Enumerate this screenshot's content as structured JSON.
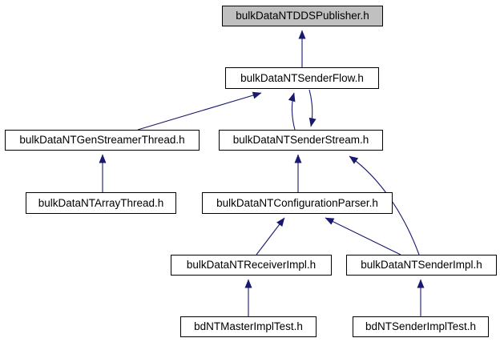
{
  "diagram": {
    "kind": "include-dependency-graph",
    "background_color": "#ffffff",
    "arrow_color": "#191970",
    "node_border_color": "#000000",
    "node_fill_color": "#ffffff",
    "highlighted_node_fill_color": "#c0c0c0",
    "nodes": [
      {
        "id": "dds-publisher",
        "label": "bulkDataNTDDSPublisher.h",
        "highlighted": true
      },
      {
        "id": "sender-flow",
        "label": "bulkDataNTSenderFlow.h",
        "highlighted": false
      },
      {
        "id": "gen-streamer-thread",
        "label": "bulkDataNTGenStreamerThread.h",
        "highlighted": false
      },
      {
        "id": "sender-stream",
        "label": "bulkDataNTSenderStream.h",
        "highlighted": false
      },
      {
        "id": "array-thread",
        "label": "bulkDataNTArrayThread.h",
        "highlighted": false
      },
      {
        "id": "configuration-parser",
        "label": "bulkDataNTConfigurationParser.h",
        "highlighted": false
      },
      {
        "id": "receiver-impl",
        "label": "bulkDataNTReceiverImpl.h",
        "highlighted": false
      },
      {
        "id": "sender-impl",
        "label": "bulkDataNTSenderImpl.h",
        "highlighted": false
      },
      {
        "id": "master-impl-test",
        "label": "bdNTMasterImplTest.h",
        "highlighted": false
      },
      {
        "id": "sender-impl-test",
        "label": "bdNTSenderImplTest.h",
        "highlighted": false
      }
    ],
    "edges": [
      {
        "from": "sender-flow",
        "to": "dds-publisher"
      },
      {
        "from": "gen-streamer-thread",
        "to": "sender-flow"
      },
      {
        "from": "sender-stream",
        "to": "sender-flow"
      },
      {
        "from": "sender-flow",
        "to": "sender-stream"
      },
      {
        "from": "configuration-parser",
        "to": "sender-stream"
      },
      {
        "from": "sender-impl",
        "to": "sender-stream"
      },
      {
        "from": "array-thread",
        "to": "gen-streamer-thread"
      },
      {
        "from": "receiver-impl",
        "to": "configuration-parser"
      },
      {
        "from": "sender-impl",
        "to": "configuration-parser"
      },
      {
        "from": "master-impl-test",
        "to": "receiver-impl"
      },
      {
        "from": "sender-impl-test",
        "to": "sender-impl"
      }
    ]
  }
}
